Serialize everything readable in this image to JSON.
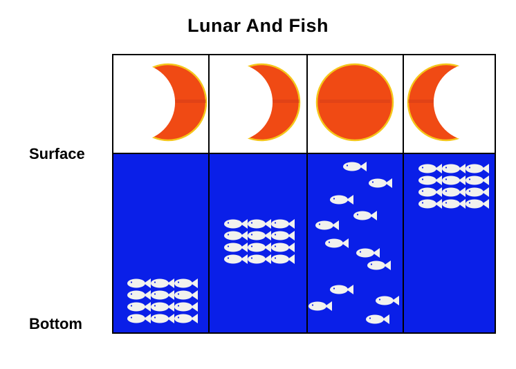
{
  "title": "Lunar And Fish",
  "labels": {
    "surface": "Surface",
    "bottom": "Bottom"
  },
  "colors": {
    "moon": "#f04a14",
    "moon_rim": "#f5c61a",
    "water": "#0a1fe8",
    "fish": "#f2f2ee",
    "border": "#000000"
  },
  "panels": [
    {
      "moon_phase": "waxing-crescent",
      "fish_arrangement": "school-bottom"
    },
    {
      "moon_phase": "crescent",
      "fish_arrangement": "school-mid"
    },
    {
      "moon_phase": "full",
      "fish_arrangement": "scattered"
    },
    {
      "moon_phase": "waning",
      "fish_arrangement": "school-surface"
    }
  ]
}
